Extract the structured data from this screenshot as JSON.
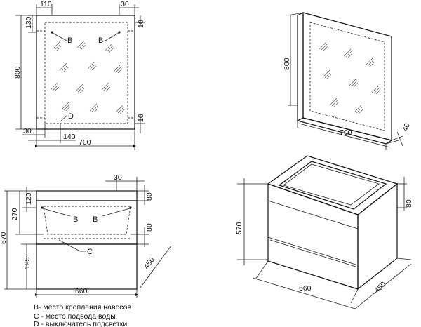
{
  "mirror_front": {
    "dims": {
      "top_left_offset": "110",
      "top_right_offset": "30",
      "left_top": "130",
      "right_top": "10",
      "height": "800",
      "right_bottom": "10",
      "bottom_left": "30",
      "bottom_mid": "140",
      "width": "700"
    },
    "markers": {
      "b_left": "B",
      "b_right": "B",
      "d": "D"
    }
  },
  "mirror_iso": {
    "dims": {
      "height": "800",
      "width": "700",
      "depth": "40"
    }
  },
  "vanity_front": {
    "dims": {
      "top_depth": "30",
      "top_left": "120",
      "top_right": "80",
      "upper_height": "270",
      "full_height": "570",
      "mid_right": "80",
      "drawer_height": "195",
      "width": "660",
      "depth": "450"
    },
    "markers": {
      "b_left": "B",
      "b_right": "B",
      "c": "C"
    }
  },
  "vanity_iso": {
    "dims": {
      "top_height": "80",
      "height": "570",
      "width": "660",
      "depth": "450"
    }
  },
  "legend": [
    "B- место крепления навесов",
    "C - место подвода воды",
    "D - выключатель подсветки"
  ]
}
